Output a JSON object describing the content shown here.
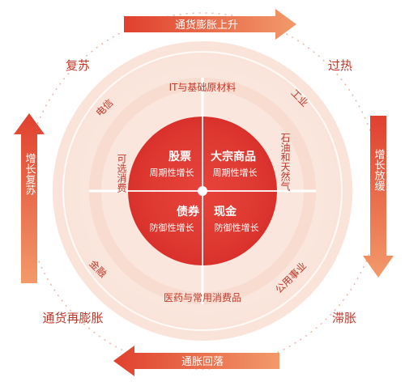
{
  "phases": {
    "recovery": "复苏",
    "overheat": "过热",
    "stagflation": "滞胀",
    "reinflation": "通货再膨胀"
  },
  "arrows": {
    "top": "通货膨胀上升",
    "right": "增长放缓",
    "bottom": "通胀回落",
    "left": "增长复苏"
  },
  "sectors": {
    "top": "IT与基础原材料",
    "upper_left": "电信",
    "upper_right": "工业",
    "left": "可选消费",
    "right": "石油和天然气",
    "lower_left": "金融",
    "lower_right": "公用事业",
    "bottom": "医药与常用消费品"
  },
  "assets": {
    "stocks": {
      "name": "股票",
      "desc": "周期性增长"
    },
    "commodities": {
      "name": "大宗商品",
      "desc": "周期性增长"
    },
    "bonds": {
      "name": "债券",
      "desc": "防御性增长"
    },
    "cash": {
      "name": "现金",
      "desc": "防御性增长"
    }
  },
  "colors": {
    "accent_red": "#d9302b",
    "orange": "#f08b5a",
    "label_red": "#c0392b",
    "ring_light": "#fbe6de",
    "ring_mid": "#f8d3c5"
  }
}
